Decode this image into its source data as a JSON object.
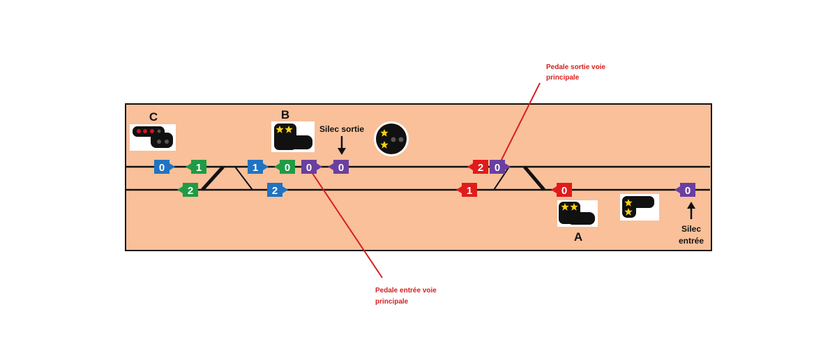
{
  "colors": {
    "panel": "#f9c09a",
    "track": "#111111",
    "blue": "#1f73c2",
    "green": "#1f9b44",
    "purple": "#6a3fa0",
    "red": "#e01b1b",
    "annotation": "#d42020",
    "lamp_yellow": "#f6d21a",
    "lamp_red": "#d01818"
  },
  "letters": {
    "c": "C",
    "b": "B",
    "a": "A"
  },
  "captions": {
    "silec_sortie": "Silec sortie",
    "silec_entree_1": "Silec",
    "silec_entree_2": "entrée"
  },
  "annotations": {
    "sortie_1": "Pedale sortie voie",
    "sortie_2": "principale",
    "entree_1": "Pedale entrée voie",
    "entree_2": "principale"
  },
  "markers": [
    {
      "text": "0",
      "color": "blue",
      "dir": "right"
    },
    {
      "text": "1",
      "color": "green",
      "dir": "left"
    },
    {
      "text": "2",
      "color": "green",
      "dir": "left"
    },
    {
      "text": "1",
      "color": "blue",
      "dir": "right"
    },
    {
      "text": "0",
      "color": "green",
      "dir": "left"
    },
    {
      "text": "0",
      "color": "purple",
      "dir": "right"
    },
    {
      "text": "0",
      "color": "purple",
      "dir": "left"
    },
    {
      "text": "2",
      "color": "blue",
      "dir": "right"
    },
    {
      "text": "2",
      "color": "red",
      "dir": "left"
    },
    {
      "text": "0",
      "color": "purple",
      "dir": "right"
    },
    {
      "text": "1",
      "color": "red",
      "dir": "left"
    },
    {
      "text": "0",
      "color": "red",
      "dir": "left"
    },
    {
      "text": "0",
      "color": "purple",
      "dir": "left"
    }
  ]
}
